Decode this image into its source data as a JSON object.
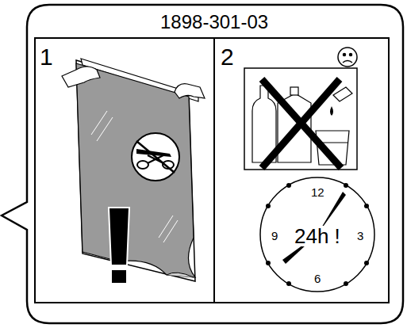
{
  "diagram": {
    "title": "1898-301-03",
    "labels": [
      "1",
      "2",
      "12",
      "3",
      "6",
      "9",
      "24h !"
    ]
  }
}
